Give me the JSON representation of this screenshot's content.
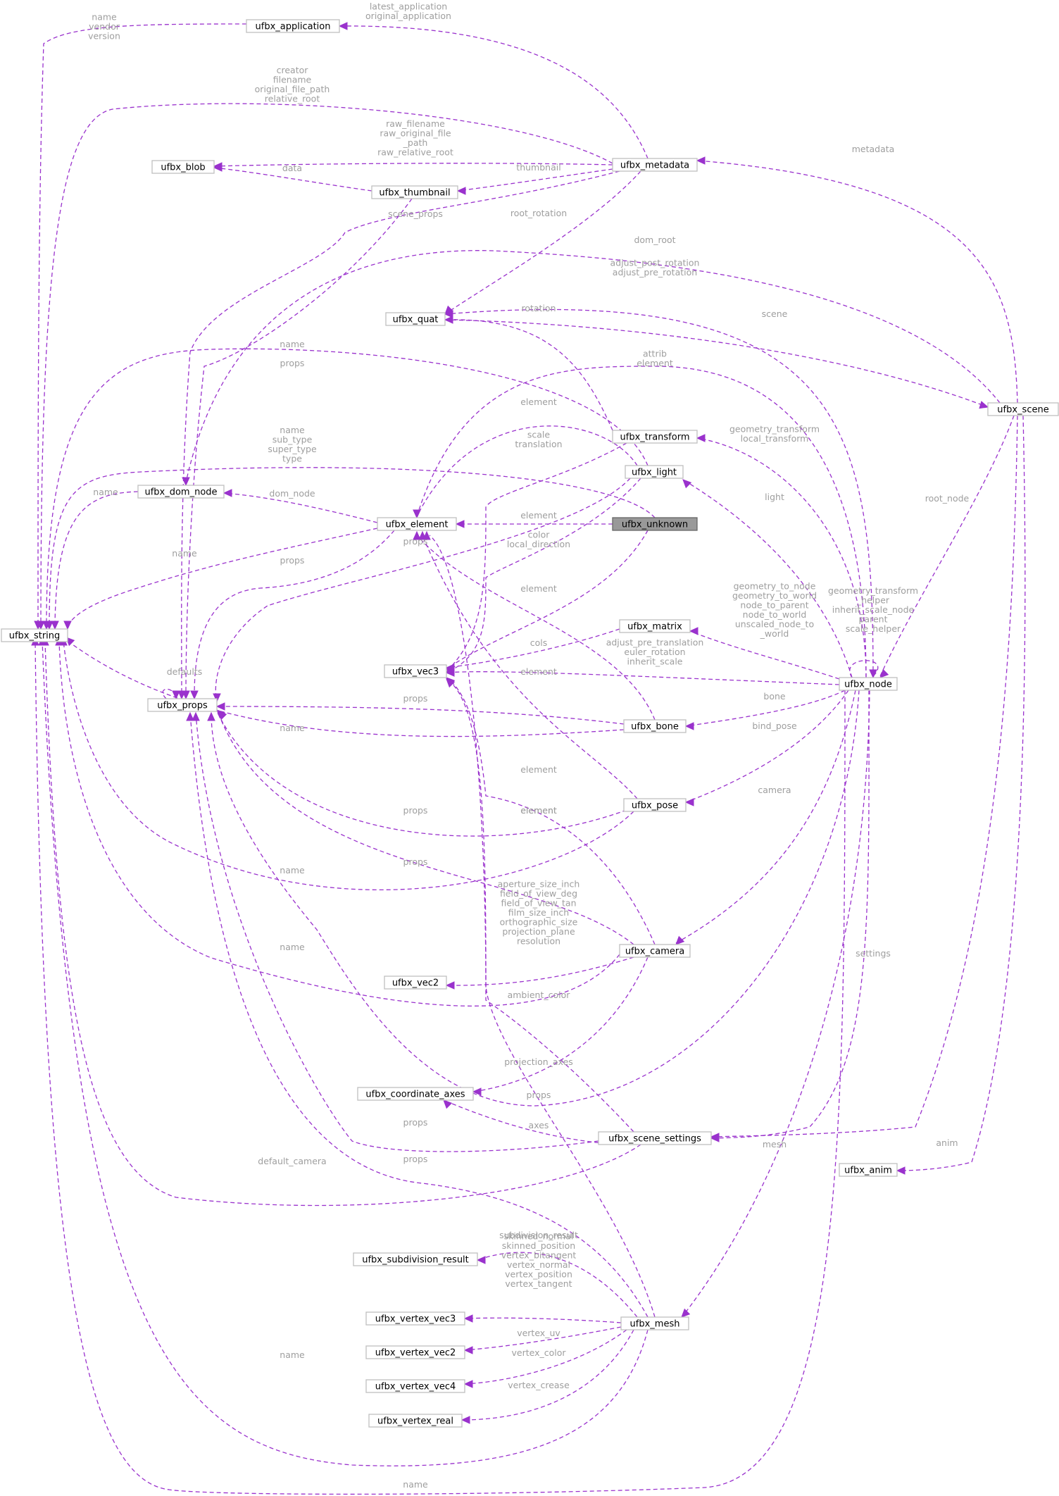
{
  "nodes": [
    {
      "id": "ufbx_string",
      "label": "ufbx_string"
    },
    {
      "id": "ufbx_application",
      "label": "ufbx_application"
    },
    {
      "id": "ufbx_metadata",
      "label": "ufbx_metadata"
    },
    {
      "id": "ufbx_blob",
      "label": "ufbx_blob"
    },
    {
      "id": "ufbx_thumbnail",
      "label": "ufbx_thumbnail"
    },
    {
      "id": "ufbx_quat",
      "label": "ufbx_quat"
    },
    {
      "id": "ufbx_scene",
      "label": "ufbx_scene"
    },
    {
      "id": "ufbx_dom_node",
      "label": "ufbx_dom_node"
    },
    {
      "id": "ufbx_element",
      "label": "ufbx_element"
    },
    {
      "id": "ufbx_transform",
      "label": "ufbx_transform"
    },
    {
      "id": "ufbx_light",
      "label": "ufbx_light"
    },
    {
      "id": "ufbx_unknown",
      "label": "ufbx_unknown"
    },
    {
      "id": "ufbx_props",
      "label": "ufbx_props"
    },
    {
      "id": "ufbx_vec3",
      "label": "ufbx_vec3"
    },
    {
      "id": "ufbx_matrix",
      "label": "ufbx_matrix"
    },
    {
      "id": "ufbx_node",
      "label": "ufbx_node"
    },
    {
      "id": "ufbx_bone",
      "label": "ufbx_bone"
    },
    {
      "id": "ufbx_pose",
      "label": "ufbx_pose"
    },
    {
      "id": "ufbx_camera",
      "label": "ufbx_camera"
    },
    {
      "id": "ufbx_vec2",
      "label": "ufbx_vec2"
    },
    {
      "id": "ufbx_coordinate_axes",
      "label": "ufbx_coordinate_axes"
    },
    {
      "id": "ufbx_scene_settings",
      "label": "ufbx_scene_settings"
    },
    {
      "id": "ufbx_anim",
      "label": "ufbx_anim"
    },
    {
      "id": "ufbx_subdivision_result",
      "label": "ufbx_subdivision_result"
    },
    {
      "id": "ufbx_vertex_vec3",
      "label": "ufbx_vertex_vec3"
    },
    {
      "id": "ufbx_vertex_vec2",
      "label": "ufbx_vertex_vec2"
    },
    {
      "id": "ufbx_vertex_vec4",
      "label": "ufbx_vertex_vec4"
    },
    {
      "id": "ufbx_vertex_real",
      "label": "ufbx_vertex_real"
    },
    {
      "id": "ufbx_mesh",
      "label": "ufbx_mesh"
    }
  ],
  "edges": [
    {
      "id": "application-string",
      "from": "ufbx_application",
      "to": "ufbx_string",
      "label": [
        "name",
        "vendor",
        "version"
      ]
    },
    {
      "id": "metadata-application",
      "from": "ufbx_metadata",
      "to": "ufbx_application",
      "label": [
        "latest_application",
        "original_application"
      ]
    },
    {
      "id": "metadata-string",
      "from": "ufbx_metadata",
      "to": "ufbx_string",
      "label": [
        "creator",
        "filename",
        "original_file_path",
        "relative_root"
      ]
    },
    {
      "id": "metadata-blob",
      "from": "ufbx_metadata",
      "to": "ufbx_blob",
      "label": [
        "raw_filename",
        "raw_original_file",
        "_path",
        "raw_relative_root"
      ]
    },
    {
      "id": "metadata-thumbnail",
      "from": "ufbx_metadata",
      "to": "ufbx_thumbnail",
      "label": [
        "thumbnail"
      ]
    },
    {
      "id": "thumbnail-blob",
      "from": "ufbx_thumbnail",
      "to": "ufbx_blob",
      "label": [
        "data"
      ]
    },
    {
      "id": "metadata-props",
      "from": "ufbx_metadata",
      "to": "ufbx_props",
      "label": [
        "scene_props"
      ]
    },
    {
      "id": "metadata-quat",
      "from": "ufbx_metadata",
      "to": "ufbx_quat",
      "label": [
        "root_rotation"
      ]
    },
    {
      "id": "scene-metadata",
      "from": "ufbx_scene",
      "to": "ufbx_metadata",
      "label": [
        "metadata"
      ]
    },
    {
      "id": "scene-dom",
      "from": "ufbx_scene",
      "to": "ufbx_dom_node",
      "label": [
        "dom_root"
      ]
    },
    {
      "id": "node-quat",
      "from": "ufbx_node",
      "to": "ufbx_quat",
      "label": [
        "adjust_post_rotation",
        "adjust_pre_rotation"
      ]
    },
    {
      "id": "transform-quat",
      "from": "ufbx_transform",
      "to": "ufbx_quat",
      "label": [
        "rotation"
      ]
    },
    {
      "id": "quat-scene",
      "from": "ufbx_quat",
      "to": "ufbx_scene",
      "label": [
        "scene"
      ]
    },
    {
      "id": "light-string",
      "from": "ufbx_light",
      "to": "ufbx_string",
      "label": [
        "name"
      ]
    },
    {
      "id": "thumbnail-props",
      "from": "ufbx_thumbnail",
      "to": "ufbx_props",
      "label": [
        "props"
      ]
    },
    {
      "id": "node-element",
      "from": "ufbx_node",
      "to": "ufbx_element",
      "label": [
        "attrib",
        "element"
      ]
    },
    {
      "id": "light-element",
      "from": "ufbx_light",
      "to": "ufbx_element",
      "label": [
        "element"
      ]
    },
    {
      "id": "unknown-string",
      "from": "ufbx_unknown",
      "to": "ufbx_string",
      "label": [
        "name",
        "sub_type",
        "super_type",
        "type"
      ]
    },
    {
      "id": "transform-vec3",
      "from": "ufbx_transform",
      "to": "ufbx_vec3",
      "label": [
        "scale",
        "translation"
      ]
    },
    {
      "id": "node-transform",
      "from": "ufbx_node",
      "to": "ufbx_transform",
      "label": [
        "geometry_transform",
        "local_transform"
      ]
    },
    {
      "id": "dom-string",
      "from": "ufbx_dom_node",
      "to": "ufbx_string",
      "label": [
        "name"
      ]
    },
    {
      "id": "element-dom",
      "from": "ufbx_element",
      "to": "ufbx_dom_node",
      "label": [
        "dom_node"
      ]
    },
    {
      "id": "unknown-element",
      "from": "ufbx_unknown",
      "to": "ufbx_element",
      "label": [
        "element"
      ]
    },
    {
      "id": "node-light",
      "from": "ufbx_node",
      "to": "ufbx_light",
      "label": [
        "light"
      ]
    },
    {
      "id": "scene-node",
      "from": "ufbx_scene",
      "to": "ufbx_node",
      "label": [
        "root_node"
      ]
    },
    {
      "id": "light-vec3",
      "from": "ufbx_light",
      "to": "ufbx_vec3",
      "label": [
        "color",
        "local_direction"
      ]
    },
    {
      "id": "element-string",
      "from": "ufbx_element",
      "to": "ufbx_string",
      "label": [
        "name"
      ]
    },
    {
      "id": "element-props",
      "from": "ufbx_element",
      "to": "ufbx_props",
      "label": [
        "props"
      ]
    },
    {
      "id": "light-props",
      "from": "ufbx_light",
      "to": "ufbx_props",
      "label": [
        "props"
      ]
    },
    {
      "id": "unknown-vec3",
      "from": "ufbx_unknown",
      "to": "ufbx_vec3",
      "label": [
        "element"
      ]
    },
    {
      "id": "node-matrix",
      "from": "ufbx_node",
      "to": "ufbx_matrix",
      "label": [
        "geometry_to_node",
        "geometry_to_world",
        "node_to_parent",
        "node_to_world",
        "unscaled_node_to",
        "_world"
      ]
    },
    {
      "id": "node-self",
      "from": "ufbx_node",
      "to": "ufbx_node",
      "label": [
        "geometry_transform",
        "_helper",
        "inherit_scale_node",
        "parent",
        "scale_helper"
      ]
    },
    {
      "id": "matrix-vec3",
      "from": "ufbx_matrix",
      "to": "ufbx_vec3",
      "label": [
        "cols"
      ]
    },
    {
      "id": "node-vec3",
      "from": "ufbx_node",
      "to": "ufbx_vec3",
      "label": [
        "adjust_pre_translation",
        "euler_rotation",
        "inherit_scale"
      ]
    },
    {
      "id": "bone-element",
      "from": "ufbx_bone",
      "to": "ufbx_element",
      "label": [
        "element"
      ]
    },
    {
      "id": "props-self",
      "from": "ufbx_props",
      "to": "ufbx_props",
      "label": [
        "defaults"
      ]
    },
    {
      "id": "bone-props",
      "from": "ufbx_bone",
      "to": "ufbx_props",
      "label": [
        "props"
      ]
    },
    {
      "id": "node-bone",
      "from": "ufbx_node",
      "to": "ufbx_bone",
      "label": [
        "bone"
      ]
    },
    {
      "id": "bone-string",
      "from": "ufbx_bone",
      "to": "ufbx_string",
      "label": [
        "name"
      ]
    },
    {
      "id": "node-pose",
      "from": "ufbx_node",
      "to": "ufbx_pose",
      "label": [
        "bind_pose"
      ]
    },
    {
      "id": "pose-element",
      "from": "ufbx_pose",
      "to": "ufbx_element",
      "label": [
        "element"
      ]
    },
    {
      "id": "camera-vec3",
      "from": "ufbx_camera",
      "to": "ufbx_vec3",
      "label": [
        "element"
      ]
    },
    {
      "id": "node-camera",
      "from": "ufbx_node",
      "to": "ufbx_camera",
      "label": [
        "camera"
      ]
    },
    {
      "id": "pose-props",
      "from": "ufbx_pose",
      "to": "ufbx_props",
      "label": [
        "props"
      ]
    },
    {
      "id": "camera-props",
      "from": "ufbx_camera",
      "to": "ufbx_props",
      "label": [
        "props"
      ]
    },
    {
      "id": "pose-string",
      "from": "ufbx_pose",
      "to": "ufbx_string",
      "label": [
        "name"
      ]
    },
    {
      "id": "camera-vec2",
      "from": "ufbx_camera",
      "to": "ufbx_vec2",
      "label": [
        "aperture_size_inch",
        "field_of_view_deg",
        "field_of_view_tan",
        "film_size_inch",
        "orthographic_size",
        "projection_plane",
        "resolution"
      ]
    },
    {
      "id": "camera-string",
      "from": "ufbx_camera",
      "to": "ufbx_string",
      "label": [
        "name"
      ]
    },
    {
      "id": "node-settings",
      "from": "ufbx_node",
      "to": "ufbx_scene_settings",
      "label": [
        "settings"
      ]
    },
    {
      "id": "settings-vec3",
      "from": "ufbx_scene_settings",
      "to": "ufbx_vec3",
      "label": [
        "ambient_color"
      ]
    },
    {
      "id": "camera-axes",
      "from": "ufbx_camera",
      "to": "ufbx_coordinate_axes",
      "label": [
        "projection_axes"
      ]
    },
    {
      "id": "node-props",
      "from": "ufbx_node",
      "to": "ufbx_props",
      "label": [
        "props"
      ]
    },
    {
      "id": "settings-axes",
      "from": "ufbx_scene_settings",
      "to": "ufbx_coordinate_axes",
      "label": [
        "axes"
      ]
    },
    {
      "id": "settings-props",
      "from": "ufbx_scene_settings",
      "to": "ufbx_props",
      "label": [
        "props"
      ]
    },
    {
      "id": "scene-settings",
      "from": "ufbx_scene",
      "to": "ufbx_scene_settings",
      "label": [
        "mesh"
      ]
    },
    {
      "id": "settings-string",
      "from": "ufbx_scene_settings",
      "to": "ufbx_string",
      "label": [
        "default_camera"
      ]
    },
    {
      "id": "mesh-props",
      "from": "ufbx_mesh",
      "to": "ufbx_props",
      "label": [
        "props"
      ]
    },
    {
      "id": "scene-anim",
      "from": "ufbx_scene",
      "to": "ufbx_anim",
      "label": [
        "anim"
      ]
    },
    {
      "id": "mesh-subdiv",
      "from": "ufbx_mesh",
      "to": "ufbx_subdivision_result",
      "label": [
        "subdivision_result"
      ]
    },
    {
      "id": "mesh-vvec3",
      "from": "ufbx_mesh",
      "to": "ufbx_vertex_vec3",
      "label": [
        "skinned_normal",
        "skinned_position",
        "vertex_bitangent",
        "vertex_normal",
        "vertex_position",
        "vertex_tangent"
      ]
    },
    {
      "id": "mesh-vvec2",
      "from": "ufbx_mesh",
      "to": "ufbx_vertex_vec2",
      "label": [
        "vertex_uv"
      ]
    },
    {
      "id": "mesh-vvec4",
      "from": "ufbx_mesh",
      "to": "ufbx_vertex_vec4",
      "label": [
        "vertex_color"
      ]
    },
    {
      "id": "mesh-vreal",
      "from": "ufbx_mesh",
      "to": "ufbx_vertex_real",
      "label": [
        "vertex_crease"
      ]
    },
    {
      "id": "mesh-string",
      "from": "ufbx_mesh",
      "to": "ufbx_string",
      "label": [
        "name"
      ]
    },
    {
      "id": "node-mesh",
      "from": "ufbx_node",
      "to": "ufbx_mesh",
      "label": []
    },
    {
      "id": "node-string",
      "from": "ufbx_node",
      "to": "ufbx_string",
      "label": [
        "name"
      ]
    },
    {
      "id": "mesh-element",
      "from": "ufbx_mesh",
      "to": "ufbx_element",
      "label": [
        "element"
      ]
    }
  ]
}
